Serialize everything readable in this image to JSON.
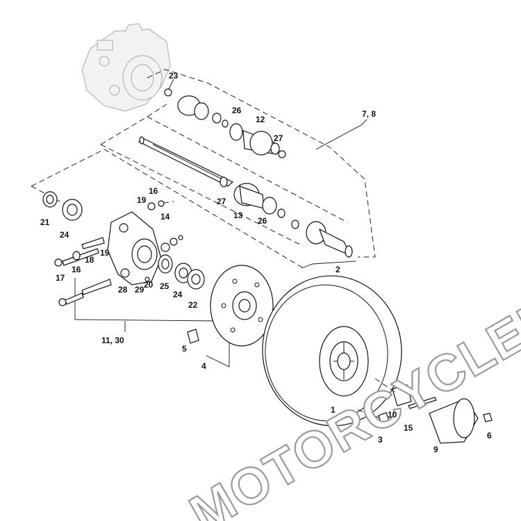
{
  "watermark": "MOTORCYCLEDOCTOR",
  "colors": {
    "line": "#111111",
    "ghost": "#b5b5b5",
    "watermark_outline": "#9a9a9a",
    "background": "#ffffff"
  },
  "callouts": [
    {
      "id": "c1",
      "text": "1"
    },
    {
      "id": "c2",
      "text": "2"
    },
    {
      "id": "c3",
      "text": "3"
    },
    {
      "id": "c4",
      "text": "4"
    },
    {
      "id": "c5",
      "text": "5"
    },
    {
      "id": "c6",
      "text": "6"
    },
    {
      "id": "c78",
      "text": "7, 8"
    },
    {
      "id": "c9",
      "text": "9"
    },
    {
      "id": "c10",
      "text": "10"
    },
    {
      "id": "c1130",
      "text": "11, 30"
    },
    {
      "id": "c12",
      "text": "12"
    },
    {
      "id": "c13",
      "text": "13"
    },
    {
      "id": "c14",
      "text": "14"
    },
    {
      "id": "c15",
      "text": "15"
    },
    {
      "id": "c16a",
      "text": "16"
    },
    {
      "id": "c16b",
      "text": "16"
    },
    {
      "id": "c17",
      "text": "17"
    },
    {
      "id": "c18",
      "text": "18"
    },
    {
      "id": "c19a",
      "text": "19"
    },
    {
      "id": "c19b",
      "text": "19"
    },
    {
      "id": "c20",
      "text": "20"
    },
    {
      "id": "c21",
      "text": "21"
    },
    {
      "id": "c22",
      "text": "22"
    },
    {
      "id": "c23",
      "text": "23"
    },
    {
      "id": "c24a",
      "text": "24"
    },
    {
      "id": "c24b",
      "text": "24"
    },
    {
      "id": "c25",
      "text": "25"
    },
    {
      "id": "c26a",
      "text": "26"
    },
    {
      "id": "c26b",
      "text": "26"
    },
    {
      "id": "c27a",
      "text": "27"
    },
    {
      "id": "c27b",
      "text": "27"
    },
    {
      "id": "c28",
      "text": "28"
    },
    {
      "id": "c29",
      "text": "29"
    }
  ]
}
